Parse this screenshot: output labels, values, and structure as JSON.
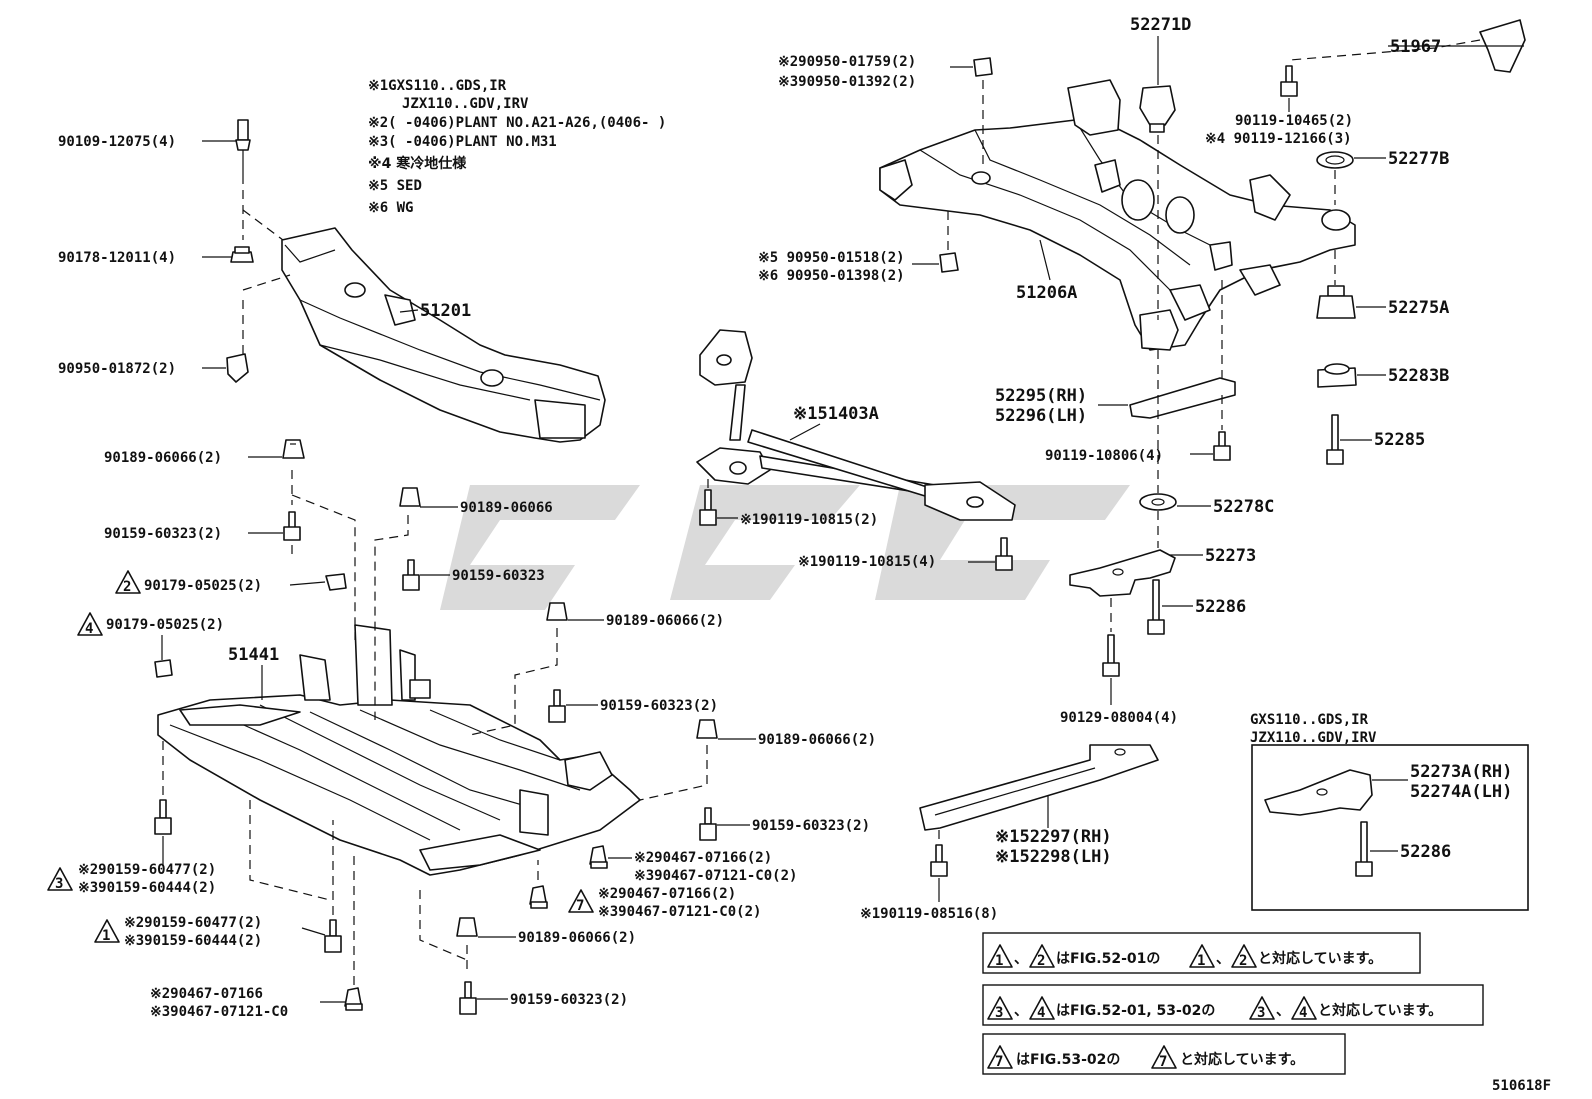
{
  "diagram_id": "510618F",
  "notes": {
    "n1": "※1GXS110..GDS,IR",
    "n1b": "JZX110..GDV,IRV",
    "n2": "※2(      -0406)PLANT NO.A21-A26,(0406-      )",
    "n3": "※3(      -0406)PLANT NO.M31",
    "n4": "※4 寒冷地仕様",
    "n5": "※5 SED",
    "n6": "※6 WG"
  },
  "labels": {
    "p90109_12075": "90109-12075(4)",
    "p90178_12011": "90178-12011(4)",
    "p90950_01872": "90950-01872(2)",
    "p51201": "51201",
    "p90189_06066_a": "90189-06066(2)",
    "p90159_60323_a": "90159-60323(2)",
    "p90179_05025_2": "90179-05025(2)",
    "p90179_05025_4": "90179-05025(2)",
    "p51441": "51441",
    "p90189_06066_b": "90189-06066",
    "p90159_60323_b": "90159-60323",
    "p90189_06066_c": "90189-06066(2)",
    "p90159_60323_c": "90159-60323(2)",
    "p90189_06066_d": "90189-06066(2)",
    "p90159_60323_d": "90159-60323(2)",
    "p90467_07166_a": "※290467-07166(2)",
    "p90467_07121_a": "※390467-07121-C0(2)",
    "p90467_07166_b": "※290467-07166(2)",
    "p90467_07121_b": "※390467-07121-C0(2)",
    "p90159_60477_3": "※290159-60477(2)",
    "p90159_60444_3": "※390159-60444(2)",
    "p90159_60477_1": "※290159-60477(2)",
    "p90159_60444_1": "※390159-60444(2)",
    "p90189_06066_e": "90189-06066(2)",
    "p90159_60323_e": "90159-60323(2)",
    "p90467_07166_c": "※290467-07166",
    "p90467_07121_c": "※390467-07121-C0",
    "p90950_01759": "※290950-01759(2)",
    "p90950_01392": "※390950-01392(2)",
    "p52271D": "52271D",
    "p51967": "51967",
    "p90119_10465": "90119-10465(2)",
    "p90119_12166": "※4 90119-12166(3)",
    "p52277B": "52277B",
    "p90950_01518": "※5 90950-01518(2)",
    "p90950_01398": "※6 90950-01398(2)",
    "p51206A": "51206A",
    "p52275A": "52275A",
    "p52283B": "52283B",
    "p52285": "52285",
    "p52295": "52295(RH)",
    "p52296": "52296(LH)",
    "p51403A": "※151403A",
    "p90119_10806": "90119-10806(4)",
    "p52278C": "52278C",
    "p90119_10815_a": "※190119-10815(2)",
    "p90119_10815_b": "※190119-10815(4)",
    "p52273": "52273",
    "p52286": "52286",
    "p90129_08004": "90129-08004(4)",
    "p52297": "※152297(RH)",
    "p52298": "※152298(LH)",
    "p90119_08516": "※190119-08516(8)",
    "inset_h1": "GXS110..GDS,IR",
    "inset_h2": "JZX110..GDV,IRV",
    "p52273A": "52273A(RH)",
    "p52274A": "52274A(LH)",
    "p52286_inset": "52286"
  },
  "triangles": {
    "t1": "1",
    "t2": "2",
    "t3": "3",
    "t4": "4",
    "t7": "7"
  },
  "refs": {
    "r1_a": "1",
    "r1_sep": "、",
    "r1_b": "2",
    "r1_text1": "はFIG.52-01の",
    "r1_c": "1",
    "r1_d": "2",
    "r1_text2": "と対応しています。",
    "r2_a": "3",
    "r2_b": "4",
    "r2_text1": "はFIG.52-01, 53-02の",
    "r2_c": "3",
    "r2_d": "4",
    "r2_text2": "と対応しています。",
    "r3_a": "7",
    "r3_text1": "はFIG.53-02の",
    "r3_b": "7",
    "r3_text2": "と対応しています。"
  }
}
